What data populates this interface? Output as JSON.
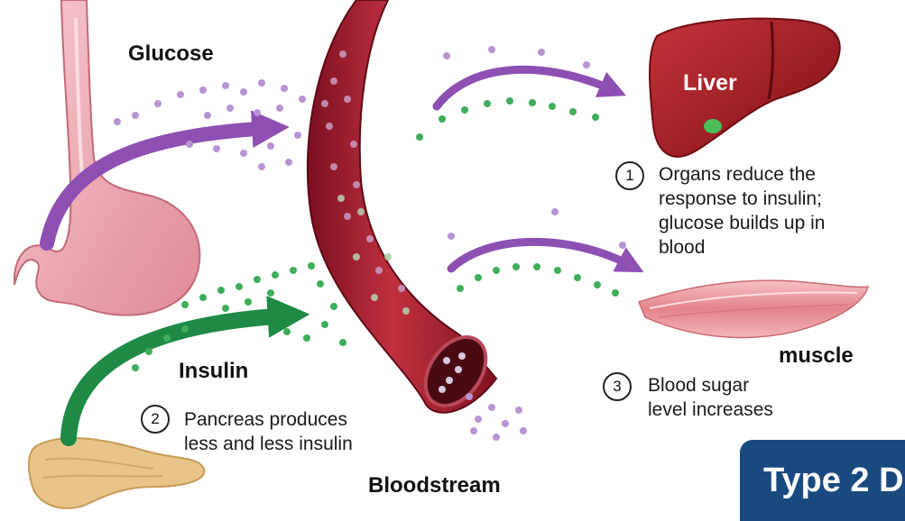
{
  "labels": {
    "glucose": "Glucose",
    "insulin": "Insulin",
    "bloodstream": "Bloodstream",
    "liver": "Liver",
    "muscle": "muscle"
  },
  "steps": [
    {
      "number": "1",
      "text_lines": [
        "Organs reduce the",
        "response to insulin;",
        "glucose builds up in",
        "blood"
      ]
    },
    {
      "number": "2",
      "text_lines": [
        "Pancreas produces",
        "less and less insulin"
      ]
    },
    {
      "number": "3",
      "text_lines": [
        "Blood sugar",
        "level increases"
      ]
    }
  ],
  "banner": {
    "text": "Type 2 D"
  },
  "colors": {
    "glucose_arrow": "#8e4fb3",
    "insulin_arrow": "#1e8a45",
    "glucose_dot": "#b894d4",
    "insulin_dot": "#3fae5a",
    "vessel": "#a5202f",
    "liver": "#a11c22",
    "banner": "#18497f"
  },
  "icons": [
    "stomach-illustration",
    "pancreas-illustration",
    "blood-vessel-illustration",
    "liver-illustration",
    "muscle-illustration"
  ]
}
